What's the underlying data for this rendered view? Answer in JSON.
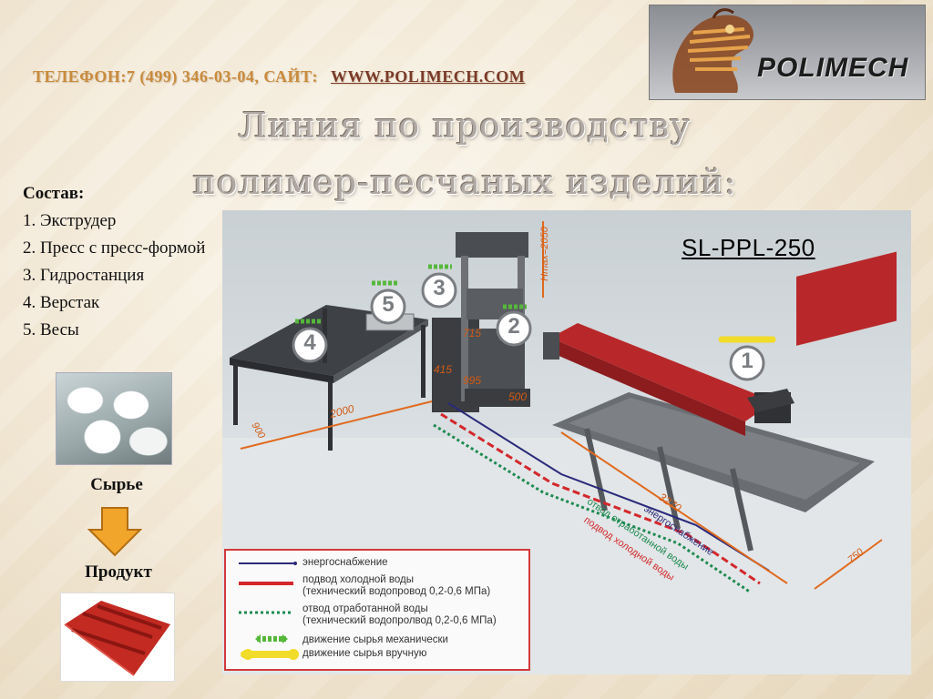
{
  "header": {
    "contact": "ТЕЛЕФОН:7 (499) 346-03-04, САЙТ:",
    "site": "WWW.POLIMECH.COM"
  },
  "logo": {
    "text": "POLIMECH"
  },
  "title": {
    "line1": "Линия по производству",
    "line2": "полимер-песчаных изделий:"
  },
  "composition": {
    "heading": "Состав:",
    "items": [
      "1. Экструдер",
      "2. Пресс с пресс-формой",
      "3. Гидростанция",
      "4. Верстак",
      "5. Весы"
    ]
  },
  "flow": {
    "raw_label": "Сырье",
    "product_label": "Продукт"
  },
  "diagram": {
    "model": "SL-PPL-250",
    "markers": [
      "1",
      "2",
      "3",
      "4",
      "5"
    ],
    "dimensions": {
      "table_length": "2000",
      "table_depth": "900",
      "press_a": "415",
      "press_b": "995",
      "press_c": "500",
      "press_d": "715",
      "height": "Hmax=2050",
      "extruder_length": "3270",
      "extruder_width": "750"
    },
    "path_labels": {
      "energy": "энергоснабжение",
      "waste": "отвод отработанной воды",
      "cold": "подвод холодной воды"
    },
    "legend": [
      {
        "label": "энергоснабжение",
        "color": "#2a2a7a"
      },
      {
        "label": "подвод холодной воды",
        "sub": "(технический водопровод 0,2-0,6 МПа)",
        "color": "#d3282c"
      },
      {
        "label": "отвод отработанной воды",
        "sub": "(технический водопролвод 0,2-0,6 МПа)",
        "color": "#1e8a50"
      },
      {
        "label": "движение сырья механически",
        "color": "#56b83a"
      },
      {
        "label": "движение сырья вручную",
        "color": "#f2dc2a"
      }
    ]
  },
  "colors": {
    "accent_orange": "#c98b3c",
    "machine_red": "#b8282a",
    "legend_border": "#d23a3a"
  }
}
